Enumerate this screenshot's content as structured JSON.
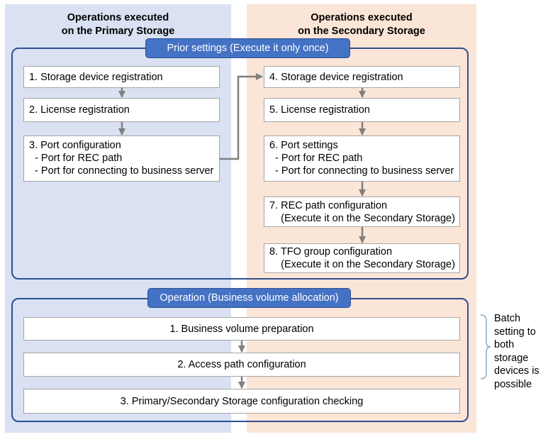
{
  "columns": {
    "primary": {
      "heading": "Operations executed\non the Primary Storage"
    },
    "secondary": {
      "heading": "Operations executed\non the Secondary Storage"
    }
  },
  "prior_settings": {
    "label": "Prior settings (Execute it only once)",
    "primary_steps": [
      "1. Storage device registration",
      "2. License registration",
      "3. Port configuration\n  - Port for REC path\n  - Port for connecting to business server"
    ],
    "secondary_steps": [
      "4. Storage device registration",
      "5. License registration",
      "6. Port settings\n  - Port for REC path\n  - Port for connecting to business server",
      "7. REC path configuration\n    (Execute it on the Secondary Storage)",
      "8. TFO group configuration\n    (Execute it on the Secondary Storage)"
    ]
  },
  "operation": {
    "label": "Operation (Business volume allocation)",
    "steps": [
      "1. Business volume preparation",
      "2. Access path configuration",
      "3. Primary/Secondary Storage configuration checking"
    ]
  },
  "note": "Batch setting to both storage devices is possible",
  "colors": {
    "primary_bg": "#d9e1f2",
    "secondary_bg": "#fbe5d6",
    "group_border": "#2f4f8f",
    "label_fill": "#4472c4",
    "arrow": "#7f7f7f"
  }
}
